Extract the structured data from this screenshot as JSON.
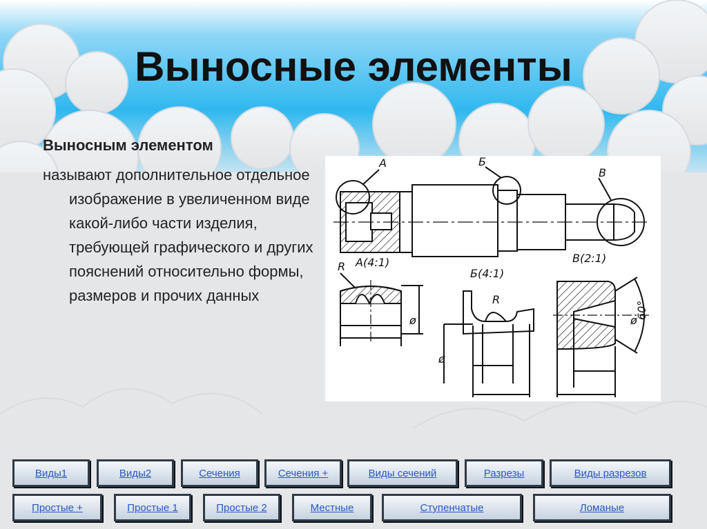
{
  "slide": {
    "title": "Выносные элементы",
    "term": "Выносным элементом",
    "definition": "называют дополнительное отдельное изображение в увеличенном виде какой-либо части изделия, требующей графического и других пояснений относительно формы, размеров и прочих данных"
  },
  "drawing": {
    "labels": {
      "a": "А",
      "b": "Б",
      "v": "В",
      "a_scale": "А(4:1)",
      "b_scale": "Б(4:1)",
      "v_scale": "В(2:1)",
      "r1": "R",
      "r2": "R",
      "angle": "60°",
      "diam1": "ø",
      "diam2": "ø",
      "diam3": "ø"
    }
  },
  "nav": {
    "row1": [
      {
        "label": "Виды1"
      },
      {
        "label": "Виды2"
      },
      {
        "label": "Сечения"
      },
      {
        "label": "Сечения +"
      },
      {
        "label": "Виды сечений"
      },
      {
        "label": "Разрезы"
      },
      {
        "label": "Виды разрезов"
      }
    ],
    "row2": [
      {
        "label": "Простые +"
      },
      {
        "label": "Простые 1"
      },
      {
        "label": "Простые 2"
      },
      {
        "label": "Местные"
      },
      {
        "label": "Ступенчатые"
      },
      {
        "label": "Ломаные"
      }
    ]
  },
  "colors": {
    "sky": "#2fb8ef",
    "nav_text": "#2b58c6",
    "nav_border": "#2f3a46"
  }
}
